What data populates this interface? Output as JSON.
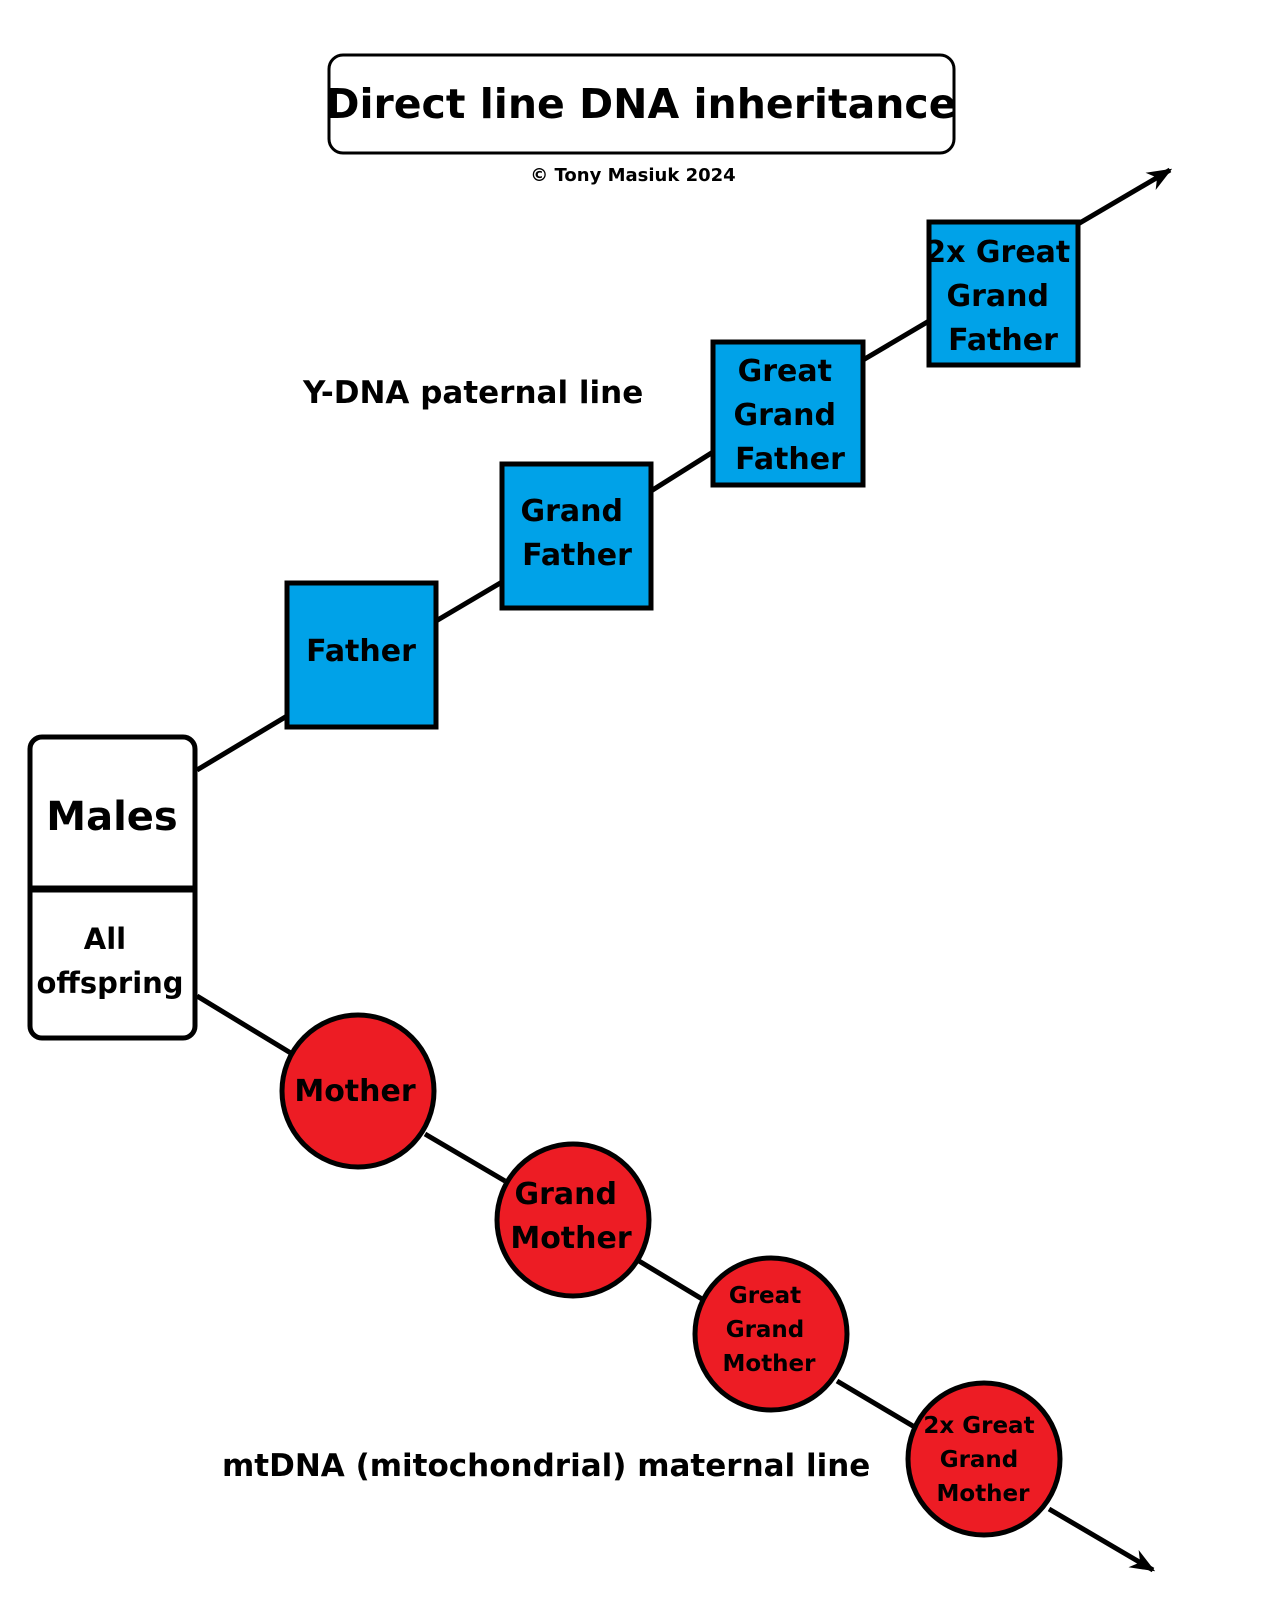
{
  "title": "Direct line DNA inheritance",
  "copyright": "© Tony Masiuk 2024",
  "start": {
    "males": "Males",
    "all_offspring": [
      "All",
      "offspring"
    ]
  },
  "paternal": {
    "line_label": "Y-DNA paternal line",
    "color": "#00a2e8",
    "nodes": [
      {
        "lines": [
          "Father"
        ]
      },
      {
        "lines": [
          "Grand",
          "Father"
        ]
      },
      {
        "lines": [
          "Great",
          "Grand",
          "Father"
        ]
      },
      {
        "lines": [
          "2x Great",
          "Grand",
          "Father"
        ]
      }
    ]
  },
  "maternal": {
    "line_label": "mtDNA (mitochondrial) maternal line",
    "color": "#ed1c24",
    "nodes": [
      {
        "lines": [
          "Mother"
        ]
      },
      {
        "lines": [
          "Grand",
          "Mother"
        ]
      },
      {
        "lines": [
          "Great",
          "Grand",
          "Mother"
        ]
      },
      {
        "lines": [
          "2x Great",
          "Grand",
          "Mother"
        ]
      }
    ]
  }
}
